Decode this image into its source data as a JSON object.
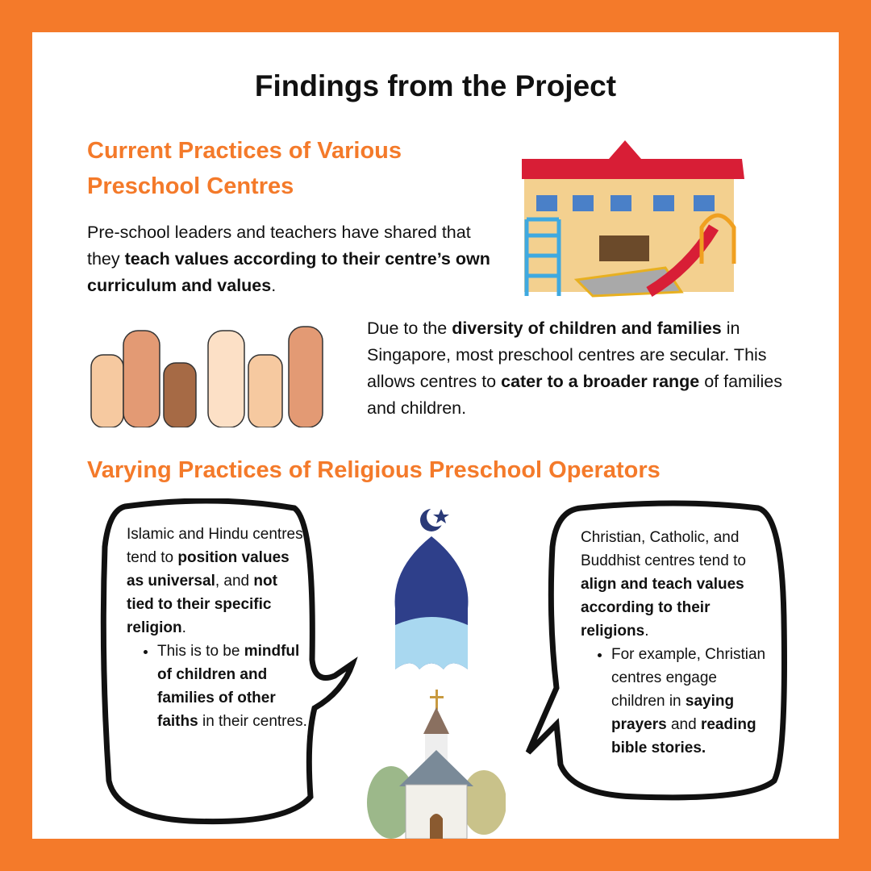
{
  "title": "Findings from the Project",
  "section1": {
    "heading_line1": "Current Practices of Various",
    "heading_line2": "Preschool Centres",
    "para1": {
      "t1": "Pre-school leaders and teachers have shared that they ",
      "b1": "teach values according to their centre’s own curriculum and values",
      "t2": "."
    },
    "para2": {
      "t1": "Due to the ",
      "b1": "diversity of children and families",
      "t2": " in Singapore, most preschool centres are secular. This allows centres to ",
      "b2": "cater to a broader range",
      "t3": " of families and children."
    }
  },
  "section2": {
    "heading": "Varying Practices of Religious Preschool Operators",
    "left_bubble": {
      "t1": "Islamic and Hindu centres tend to ",
      "b1": "position values as universal",
      "t2": ", and ",
      "b2": "not tied to their specific religion",
      "t3": ".",
      "bullet": {
        "t1": "This is to be ",
        "b1": "mindful of children and families of other faiths",
        "t2": " in their centres."
      }
    },
    "right_bubble": {
      "t1": "Christian, Catholic, and Buddhist centres tend to ",
      "b1": "align and teach values according to their religions",
      "t2": ".",
      "bullet": {
        "t1": "For example, Christian centres engage children in ",
        "b1": "saying prayers",
        "t2": " and ",
        "b2": "reading bible stories."
      }
    }
  },
  "colors": {
    "accent": "#F47A2A"
  }
}
